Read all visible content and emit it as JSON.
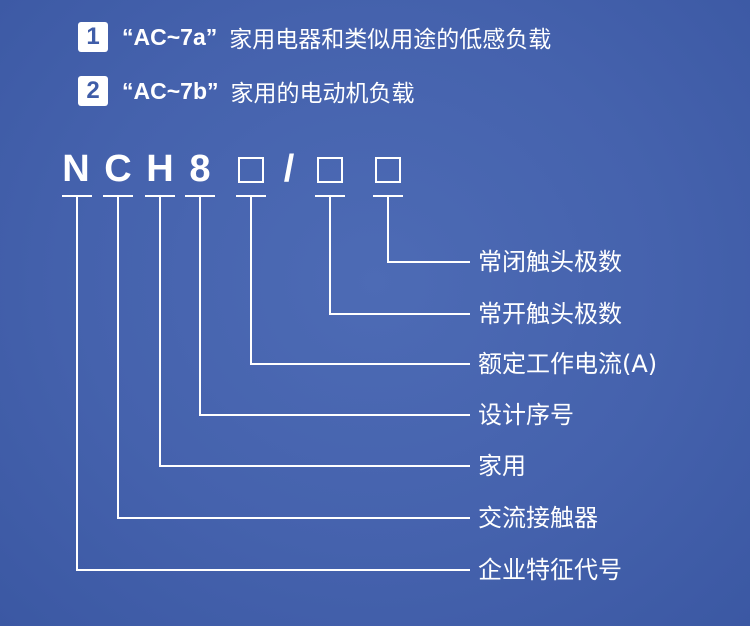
{
  "legend": [
    {
      "number": "1",
      "code": "“AC~7a”",
      "text": "家用电器和类似用途的低感负载"
    },
    {
      "number": "2",
      "code": "“AC~7b”",
      "text": "家用的电动机负载"
    }
  ],
  "model_code": {
    "chars": [
      "N",
      "C",
      "H",
      "8"
    ],
    "separator": "/"
  },
  "descriptions": [
    "常闭触头极数",
    "常开触头极数",
    "额定工作电流(A)",
    "设计序号",
    "家用",
    "交流接触器",
    "企业特征代号"
  ]
}
